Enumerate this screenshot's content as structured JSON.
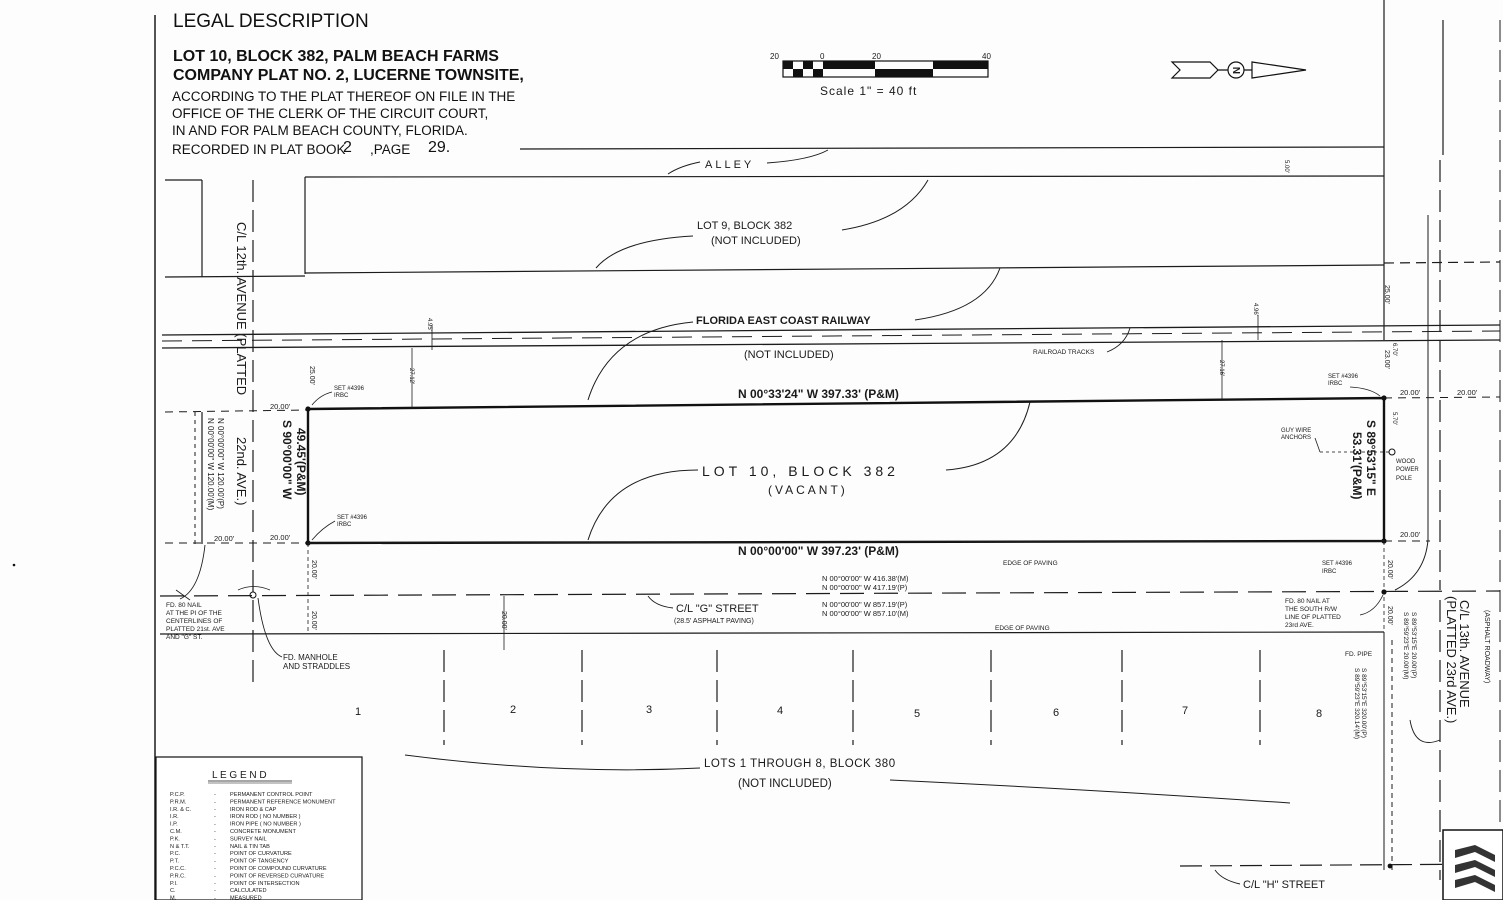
{
  "legal": {
    "heading": "LEGAL DESCRIPTION",
    "line1": "LOT 10, BLOCK 382, PALM BEACH FARMS",
    "line2": "COMPANY PLAT NO. 2, LUCERNE TOWNSITE,",
    "line3": "ACCORDING TO THE PLAT THEREOF ON FILE IN THE",
    "line4": "OFFICE OF THE CLERK OF THE CIRCUIT COURT,",
    "line5": "IN AND FOR PALM BEACH COUNTY, FLORIDA.",
    "line6a": "RECORDED IN PLAT BOOK",
    "book": "2",
    "line6b": ",PAGE",
    "page": "29."
  },
  "scale": {
    "ticks": [
      "20",
      "0",
      "20",
      "40"
    ],
    "label": "Scale 1\" = 40 ft"
  },
  "north": {
    "symbol": "N"
  },
  "labels": {
    "alley": "ALLEY",
    "lot9_line1": "LOT 9, BLOCK 382",
    "lot9_line2": "(NOT INCLUDED)",
    "railway_line1": "FLORIDA EAST COAST RAILWAY",
    "railway_line2": "(NOT INCLUDED)",
    "railroad_tracks": "RAILROAD TRACKS",
    "ave12_line1": "C/L 12th. AVENUE (PLATTED",
    "ave12_line2": "22nd. AVE.)",
    "lot10_line1": "LOT 10, BLOCK 382",
    "lot10_line2": "(VACANT)",
    "guy_wire_1": "GUY WIRE",
    "guy_wire_2": "ANCHORS",
    "wood_pole_1": "WOOD",
    "wood_pole_2": "POWER",
    "wood_pole_3": "POLE",
    "edge_paving_1": "EDGE OF PAVING",
    "edge_paving_2": "EDGE OF PAVING",
    "g_street_1": "C/L \"G\" STREET",
    "g_street_2": "(28.5' ASPHALT PAVING)",
    "ave13_line1": "C/L 13th. AVENUE",
    "ave13_line2": "(PLATTED 23rd AVE.)",
    "asphalt_roadway": "(ASPHALT ROADWAY)",
    "fd_nail_1": "FD. 80 NAIL",
    "fd_nail_2": "AT THE PI OF THE",
    "fd_nail_3": "CENTERLINES OF",
    "fd_nail_4": "PLATTED 21st. AVE",
    "fd_nail_5": "AND \"G\" ST.",
    "fd_manhole_1": "FD. MANHOLE",
    "fd_manhole_2": "AND STRADDLES",
    "fd_nail_south_1": "FD. 80 NAIL AT",
    "fd_nail_south_2": "THE SOUTH R/W",
    "fd_nail_south_3": "LINE OF PLATTED",
    "fd_nail_south_4": "23rd AVE.",
    "fd_pipe": "FD. PIPE",
    "lots_1_8_line1": "LOTS 1 THROUGH 8, BLOCK 380",
    "lots_1_8_line2": "(NOT INCLUDED)",
    "h_street": "C/L \"H\" STREET",
    "set_irbc_1a": "SET #4396",
    "set_irbc_1b": "IRBC",
    "set_irbc_2a": "SET #4396",
    "set_irbc_2b": "IRBC",
    "set_irbc_3a": "SET #4396",
    "set_irbc_3b": "IRBC",
    "set_irbc_4a": "SET #4396",
    "set_irbc_4b": "IRBC"
  },
  "bearings": {
    "north_line": "N 00°33'24\" W 397.33' (P&M)",
    "south_line": "N 00°00'00\" W 397.23' (P&M)",
    "west_line_1": "S 90°00'00\" W",
    "west_line_2": "49.45'(P&M)",
    "east_line_1": "S 89°53'15\" E",
    "east_line_2": "53.31'(P&M)",
    "left_vertical_1": "N 00°00'00\" W 120.00'(M)",
    "left_vertical_2": "N 00°00'00\" W 120.00'(P)",
    "street_1": "N 00°00'00\" W 416.38'(M)",
    "street_2": "N 00°00'00\" W 417.19'(P)",
    "street_3": "N 00°00'00\" W 857.19'(P)",
    "street_4": "N 00°00'00\" W 857.10'(M)",
    "right_1": "S 89°53'15\"E 20.00'(P)",
    "right_2": "S 89°59'23\"E 20.00'(M)",
    "right_3": "S 89°53'15\"E 320.00'(P)",
    "right_4": "S 89°59'23\"E 320.14'(M)"
  },
  "dims": {
    "d1": "20.00'",
    "d2": "20.00'",
    "d3": "20.00'",
    "d4": "20.00'",
    "d5": "20.00'",
    "d6": "20.00'",
    "d7": "20.00'",
    "d8": "20.00'",
    "d9": "20.00'",
    "d10": "20.00'",
    "d11": "25.00'",
    "d12": "25.00'",
    "d13": "23.00'",
    "d14": "20.00'",
    "d15": "20.00'",
    "d16": "4.95'",
    "d17": "4.96'",
    "d18": "27.16'",
    "d19": "27.12'",
    "d20": "5.00'",
    "d21": "20.00'",
    "d22": "6.70'",
    "d23": "5.70'"
  },
  "lot_numbers": [
    "1",
    "2",
    "3",
    "4",
    "5",
    "6",
    "7",
    "8"
  ],
  "legend": {
    "title": "L E G E N D",
    "items": [
      {
        "abbr": "P.C.P.",
        "desc": "PERMANENT CONTROL POINT"
      },
      {
        "abbr": "P.R.M.",
        "desc": "PERMANENT REFERENCE MONUMENT"
      },
      {
        "abbr": "I.R. & C.",
        "desc": "IRON ROD & CAP"
      },
      {
        "abbr": "I.R.",
        "desc": "IRON ROD ( NO NUMBER )"
      },
      {
        "abbr": "I.P.",
        "desc": "IRON PIPE ( NO NUMBER )"
      },
      {
        "abbr": "C.M.",
        "desc": "CONCRETE MONUMENT"
      },
      {
        "abbr": "P.K.",
        "desc": "SURVEY NAIL"
      },
      {
        "abbr": "N & T.T.",
        "desc": "NAIL & TIN TAB"
      },
      {
        "abbr": "P.C.",
        "desc": "POINT OF CURVATURE"
      },
      {
        "abbr": "P.T.",
        "desc": "POINT OF TANGENCY"
      },
      {
        "abbr": "P.C.C.",
        "desc": "POINT OF COMPOUND CURVATURE"
      },
      {
        "abbr": "P.R.C.",
        "desc": "POINT OF REVERSED CURVATURE"
      },
      {
        "abbr": "P.I.",
        "desc": "POINT OF INTERSECTION"
      },
      {
        "abbr": "C.",
        "desc": "CALCULATED"
      },
      {
        "abbr": "M.",
        "desc": "MEASURED"
      }
    ]
  }
}
